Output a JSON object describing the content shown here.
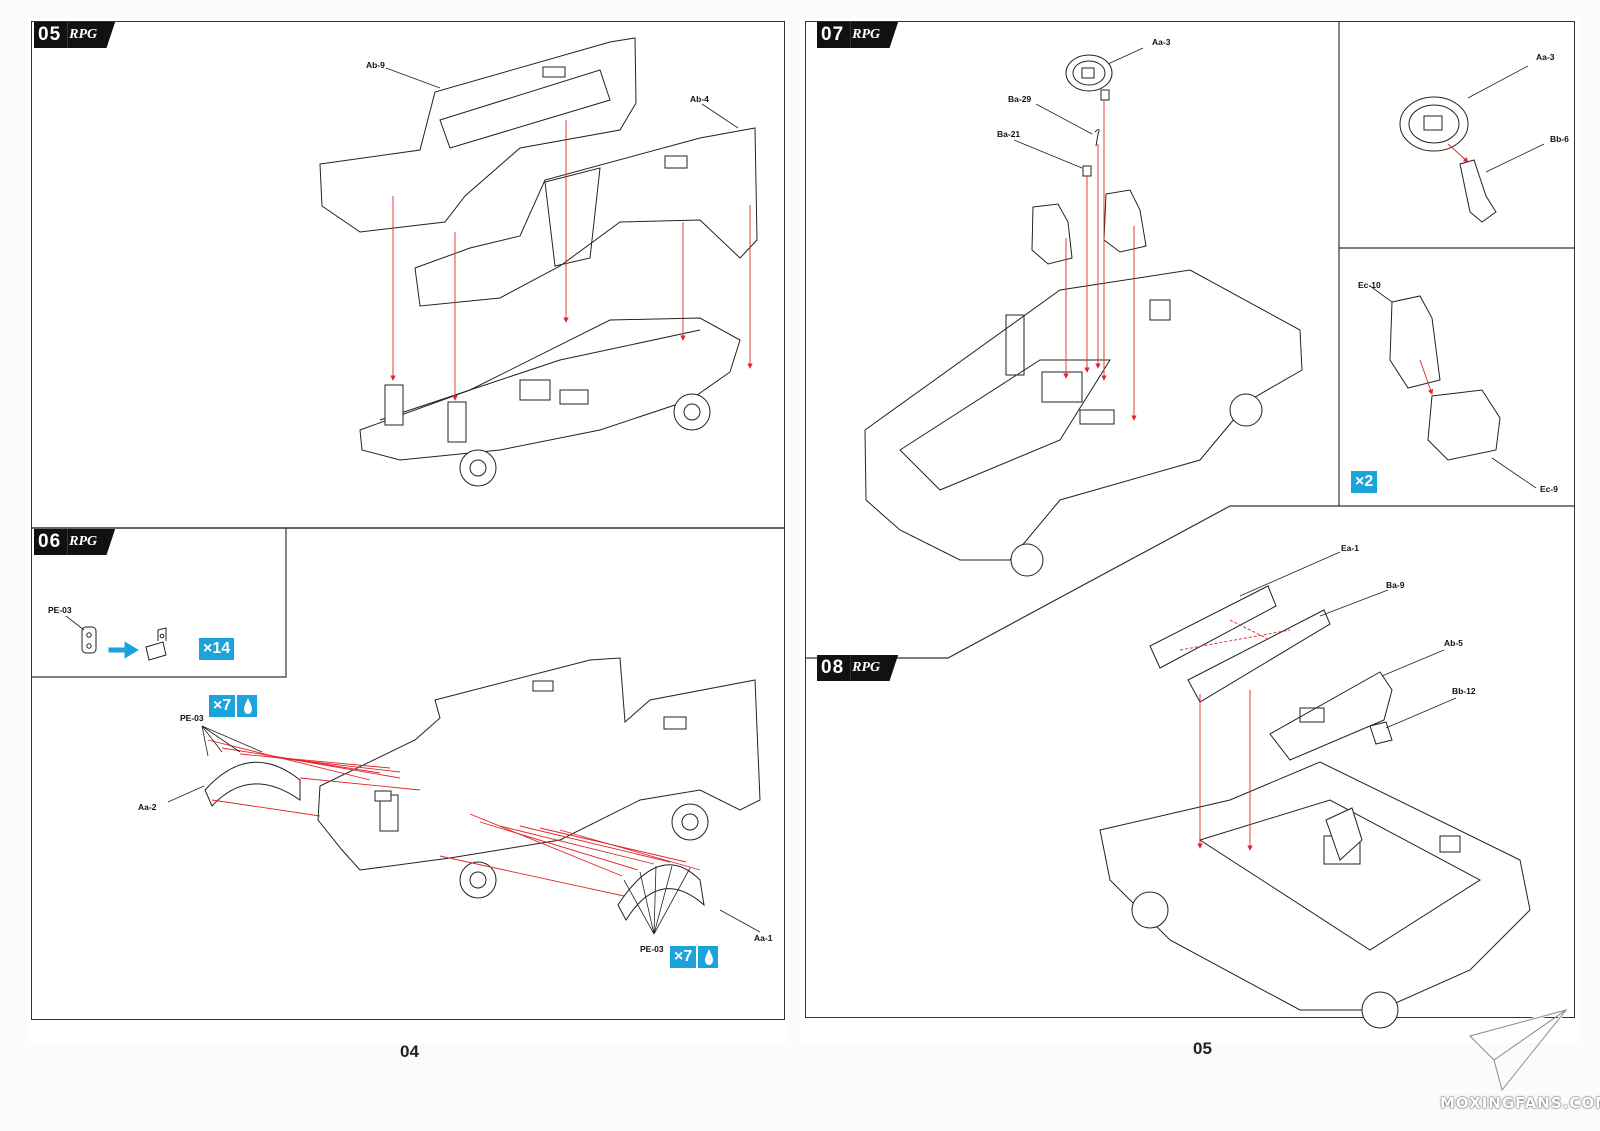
{
  "brand": "RPG",
  "steps": {
    "s05": "05",
    "s06": "06",
    "s07": "07",
    "s08": "08"
  },
  "parts": {
    "ab9": "Ab-9",
    "ab4": "Ab-4",
    "pe03_a": "PE-03",
    "pe03_b": "PE-03",
    "pe03_c": "PE-03",
    "aa2": "Aa-2",
    "aa1": "Aa-1",
    "aa3_a": "Aa-3",
    "ba29": "Ba-29",
    "ba21": "Ba-21",
    "aa3_b": "Aa-3",
    "bb6": "Bb-6",
    "ec10": "Ec-10",
    "ec9": "Ec-9",
    "ea1": "Ea-1",
    "ba9": "Ba-9",
    "ab5": "Ab-5",
    "bb12": "Bb-12"
  },
  "quantities": {
    "q14": "×14",
    "q7a": "×7",
    "q7b": "×7",
    "q2": "×2"
  },
  "pages": {
    "left": "04",
    "right": "05"
  },
  "watermark": "MOXINGFANS.COM",
  "colors": {
    "accent": "#1ba3dc",
    "arrow": "#e0262b",
    "ink": "#111111"
  }
}
